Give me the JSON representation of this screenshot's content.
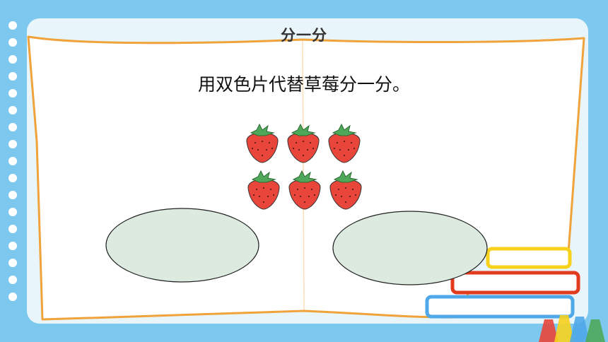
{
  "title": "分一分",
  "instruction": "用双色片代替草莓分一分。",
  "colors": {
    "background": "#7cc8ee",
    "panel": "#e8f5fb",
    "book_outline": "#f0a33a",
    "strawberry": "#e8463a",
    "leaf": "#4fa85a",
    "oval_fill": "#dceadf",
    "book_yellow": "#f7d21c",
    "book_red": "#e23a1e",
    "book_blue": "#4fa9e8"
  },
  "strawberries": {
    "count": 6,
    "rows": 2,
    "per_row": 3
  },
  "groups": {
    "count": 2
  }
}
